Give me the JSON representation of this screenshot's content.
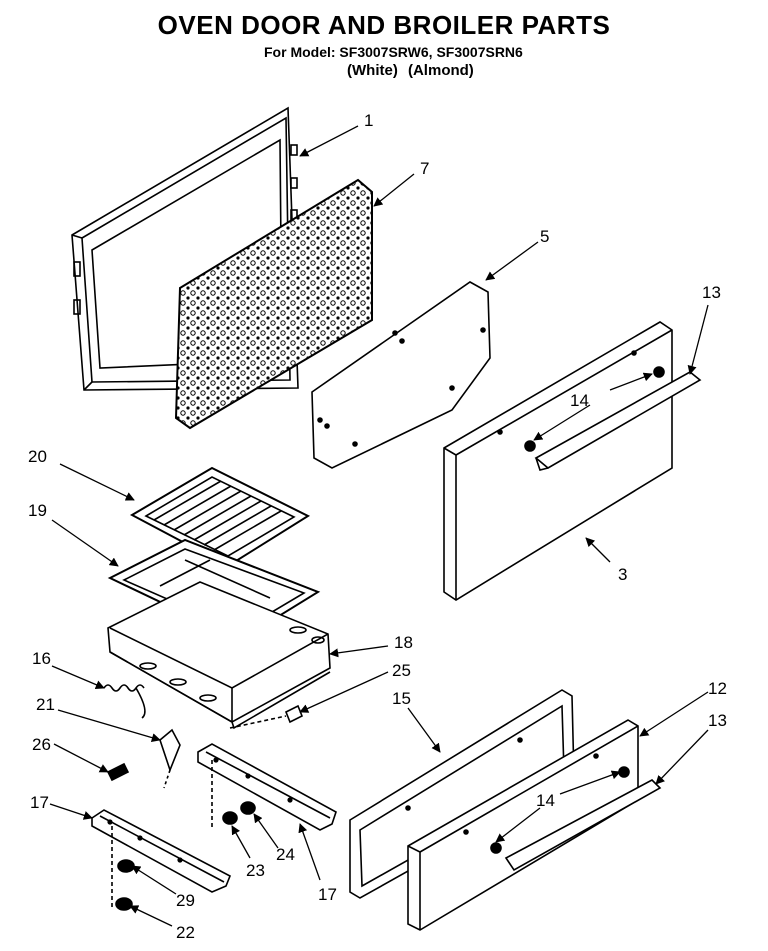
{
  "header": {
    "title": "OVEN DOOR AND BROILER PARTS",
    "models": "For Model: SF3007SRW6, SF3007SRN6",
    "colors": "(White)    (Almond)"
  },
  "parts": {
    "p1": "1",
    "p3": "3",
    "p5": "5",
    "p7": "7",
    "p12": "12",
    "p13a": "13",
    "p13b": "13",
    "p14a": "14",
    "p14b": "14",
    "p15": "15",
    "p16": "16",
    "p17a": "17",
    "p17b": "17",
    "p18": "18",
    "p19": "19",
    "p20": "20",
    "p21": "21",
    "p22": "22",
    "p23": "23",
    "p24": "24",
    "p25": "25",
    "p26": "26",
    "p29": "29"
  }
}
